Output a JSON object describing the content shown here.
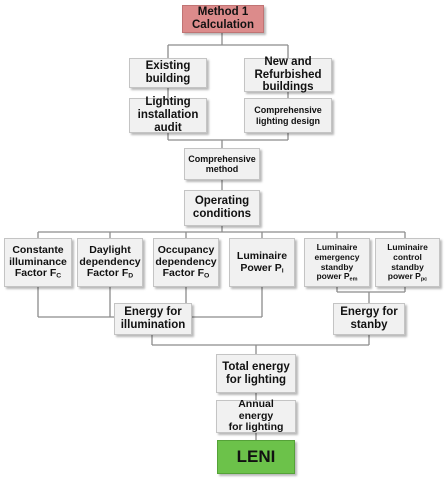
{
  "diagram": {
    "nodes": {
      "method": {
        "label": "Method 1\nCalculation"
      },
      "existing": {
        "label": "Existing\nbuilding"
      },
      "new_refurb": {
        "label": "New and\nRefurbished\nbuildings"
      },
      "audit": {
        "label": "Lighting\ninstallation\naudit"
      },
      "design": {
        "label": "Comprehensive\nlighting design"
      },
      "comp_method": {
        "label": "Comprehensive\nmethod"
      },
      "operating": {
        "label": "Operating\nconditions"
      },
      "constant": {
        "label": "Constante\nilluminance\nFactor F",
        "sub": "C"
      },
      "daylight": {
        "label": "Daylight\ndependency\nFactor F",
        "sub": "D"
      },
      "occupancy": {
        "label": "Occupancy\ndependency\nFactor F",
        "sub": "O"
      },
      "luminaire_power": {
        "label": "Luminaire\nPower P",
        "sub": "i"
      },
      "emergency": {
        "label": "Luminaire\nemergency\nstandby\npower  P",
        "sub": "em"
      },
      "control": {
        "label": "Luminaire\ncontrol\nstandby\npower  P",
        "sub": "pc"
      },
      "energy_illum": {
        "label": "Energy for\nillumination"
      },
      "energy_standby": {
        "label": "Energy for\nstanby"
      },
      "total": {
        "label": "Total energy\nfor  lighting"
      },
      "annual": {
        "label": "Annual energy\nfor lighting"
      },
      "leni": {
        "label": "LENI"
      }
    },
    "colors": {
      "start_fill": "#dc8b8b",
      "end_fill": "#6cc24a",
      "box_fill": "#f1f1f1",
      "connector": "#8c8c8c"
    }
  }
}
